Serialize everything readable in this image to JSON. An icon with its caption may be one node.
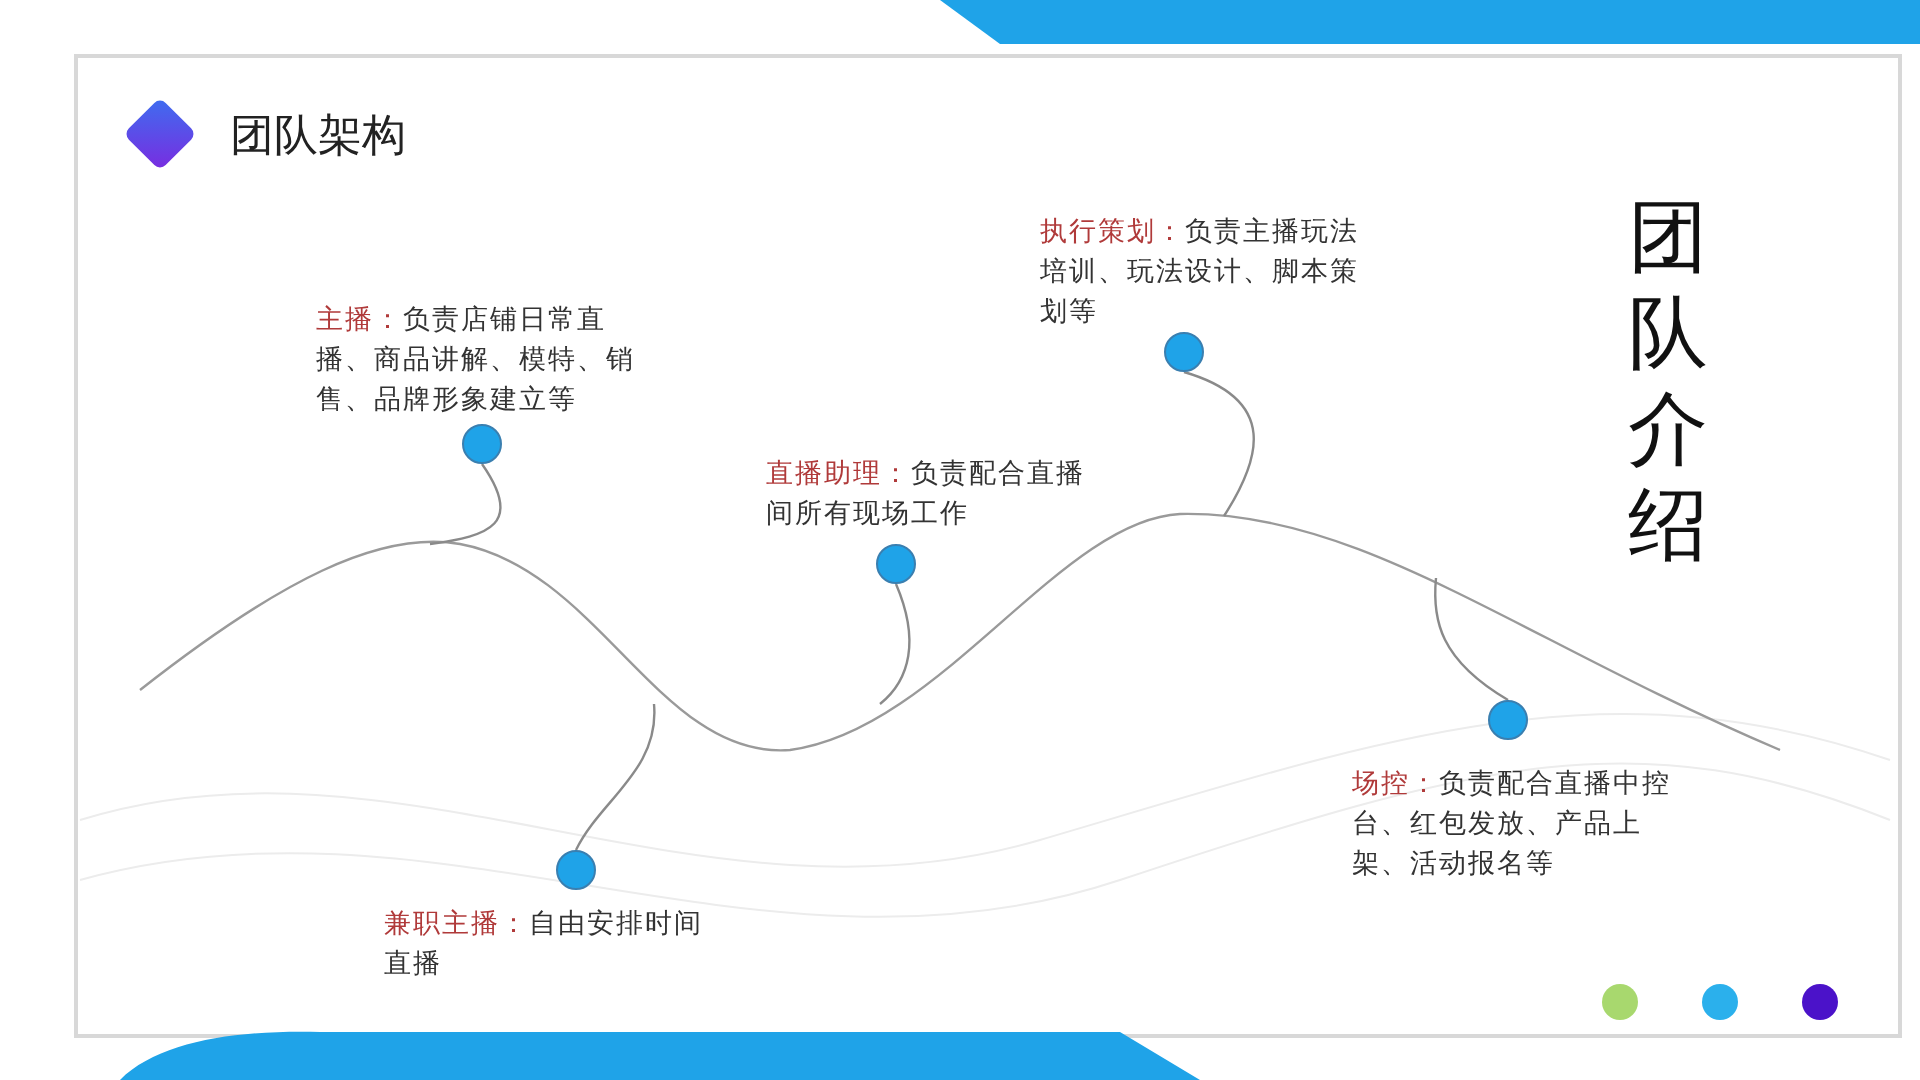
{
  "diagram": {
    "title": "团队架构",
    "nodes": [
      {
        "text": [
          "主播：",
          "负责店铺日常直播、商品讲解、模特、销售、品牌形象建立等"
        ]
      },
      {
        "text": [
          "兼职主播：",
          "自由安排时间直播"
        ]
      },
      {
        "text": [
          "直播助理：",
          "负责配合直播间所有现场工作"
        ]
      },
      {
        "text": [
          "执行策划：",
          "负责主播玩法培训、玩法设计、脚本策划等"
        ]
      },
      {
        "text": [
          "场控：",
          "负责配合直播中控台、红包发放、产品上架、活动报名等"
        ]
      }
    ],
    "edges": [
      {
        "from": 0,
        "to": null,
        "arrow": "none"
      },
      {
        "from": 1,
        "to": null,
        "arrow": "none"
      },
      {
        "from": 2,
        "to": null,
        "arrow": "none"
      },
      {
        "from": 3,
        "to": null,
        "arrow": "none"
      },
      {
        "from": 4,
        "to": null,
        "arrow": "none"
      }
    ],
    "labels": [
      "团队介绍"
    ]
  }
}
